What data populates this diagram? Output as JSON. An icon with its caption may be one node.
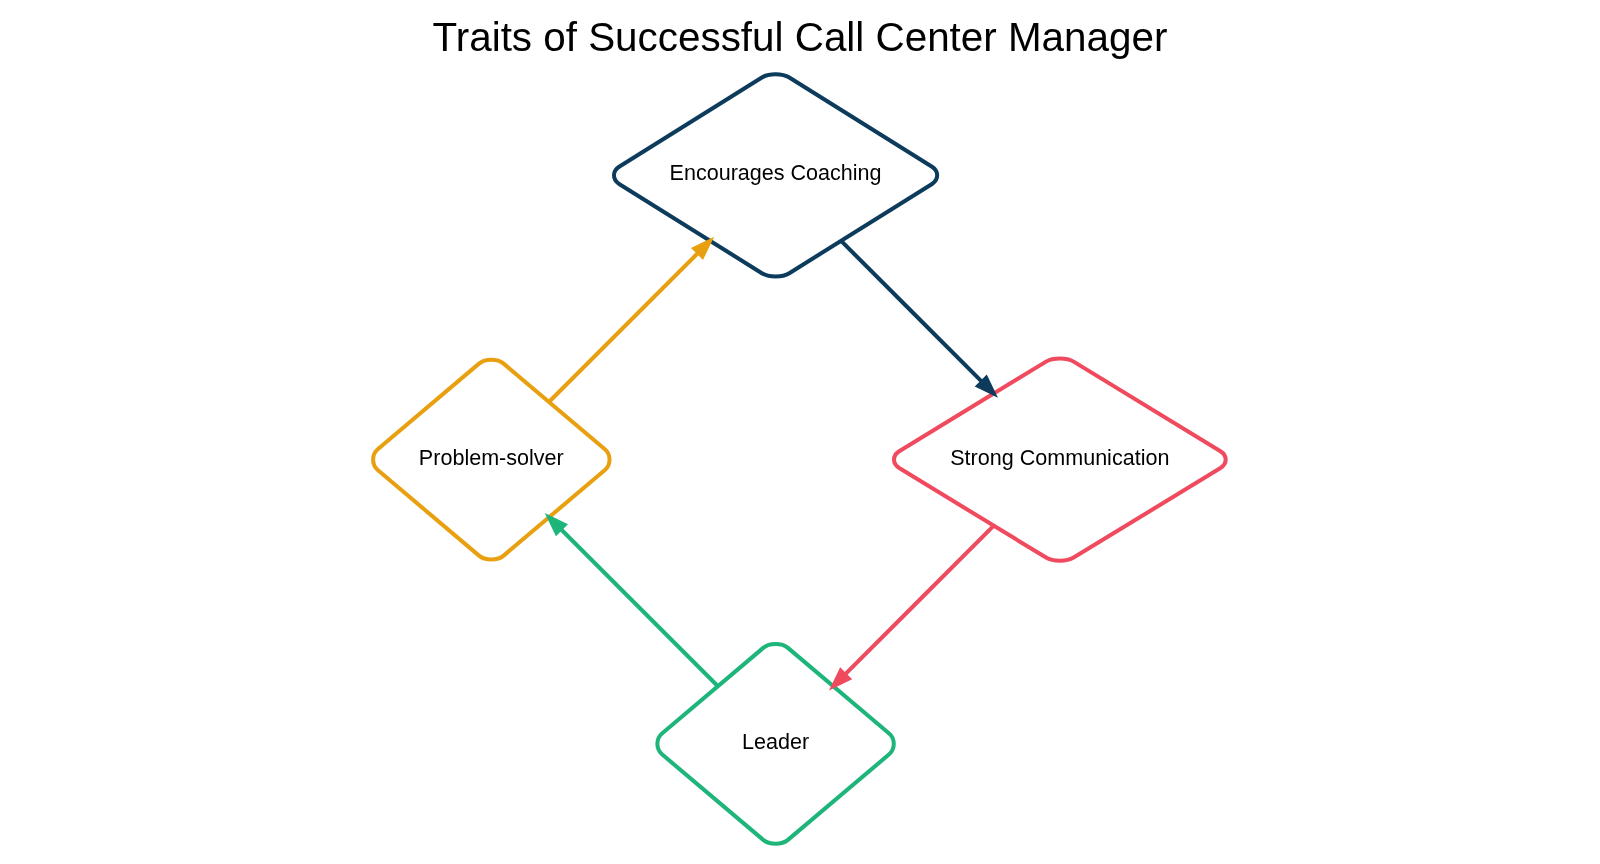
{
  "diagram": {
    "title": "Traits of Successful Call Center Manager",
    "nodes": [
      {
        "text": [
          "Leader"
        ]
      },
      {
        "text": [
          "Strong Communication"
        ]
      },
      {
        "text": [
          "Problem-solver"
        ]
      },
      {
        "text": [
          "Encourages Coaching"
        ]
      }
    ],
    "edges": [
      {
        "from": 1,
        "to": 0,
        "arrow": "to",
        "color": "#f04a5e"
      },
      {
        "from": 0,
        "to": 2,
        "arrow": "to",
        "color": "#1db57a"
      },
      {
        "from": 2,
        "to": 3,
        "arrow": "to",
        "color": "#e8a010"
      },
      {
        "from": 3,
        "to": 1,
        "arrow": "to",
        "color": "#0d3b5c"
      }
    ]
  }
}
